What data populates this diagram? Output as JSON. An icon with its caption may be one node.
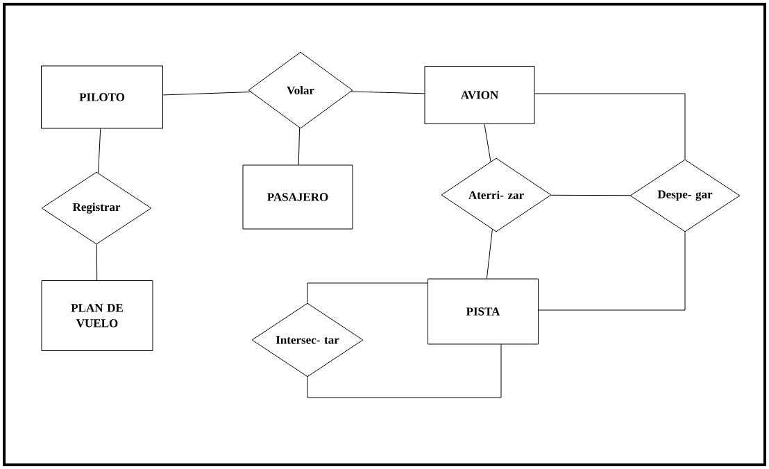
{
  "diagram": {
    "nodes": [
      {
        "text": [
          "PILOTO"
        ]
      },
      {
        "text": [
          "Volar"
        ]
      },
      {
        "text": [
          "AVION"
        ]
      },
      {
        "text": [
          "Registrar"
        ]
      },
      {
        "text": [
          "PASAJERO"
        ]
      },
      {
        "text": [
          "Aterri- zar"
        ]
      },
      {
        "text": [
          "Despe- gar"
        ]
      },
      {
        "text": [
          "PLAN DE VUELO"
        ]
      },
      {
        "text": [
          "PISTA"
        ]
      },
      {
        "text": [
          "Intersec- tar"
        ]
      }
    ],
    "edges": [
      {
        "from": 0,
        "to": 1,
        "arrow": "none"
      },
      {
        "from": 1,
        "to": 2,
        "arrow": "none"
      },
      {
        "from": 1,
        "to": 4,
        "arrow": "none"
      },
      {
        "from": 0,
        "to": 3,
        "arrow": "none"
      },
      {
        "from": 3,
        "to": 7,
        "arrow": "none"
      },
      {
        "from": 2,
        "to": 5,
        "arrow": "none"
      },
      {
        "from": 2,
        "to": 6,
        "arrow": "none"
      },
      {
        "from": 5,
        "to": 6,
        "arrow": "none"
      },
      {
        "from": 5,
        "to": 8,
        "arrow": "none"
      },
      {
        "from": 6,
        "to": 8,
        "arrow": "none"
      },
      {
        "from": 8,
        "to": 9,
        "arrow": "none"
      },
      {
        "from": 9,
        "to": 8,
        "arrow": "none"
      }
    ]
  }
}
